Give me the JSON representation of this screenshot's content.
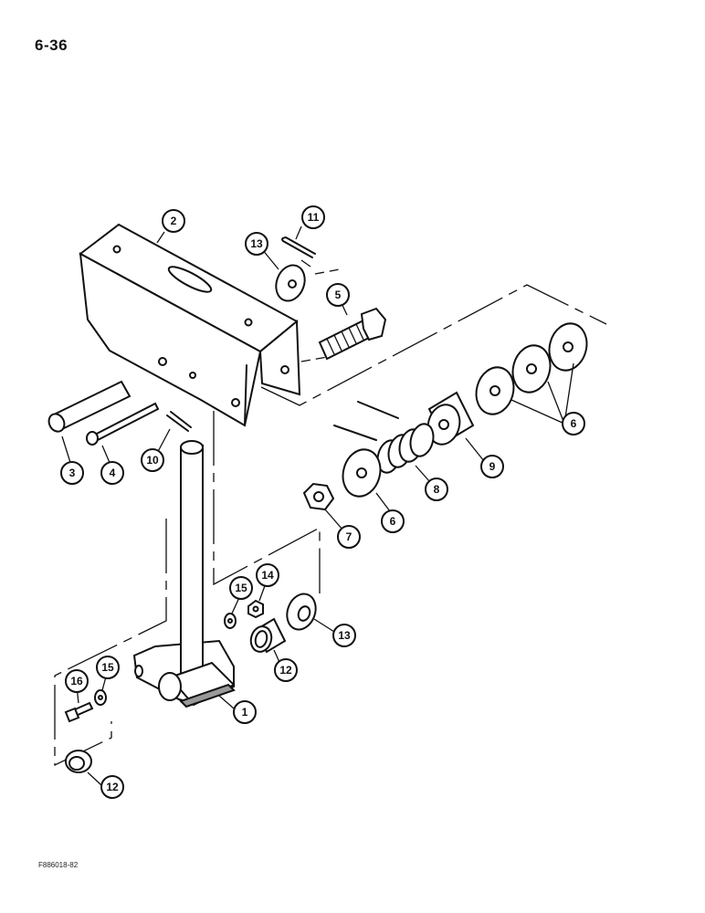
{
  "page_number": "6-36",
  "figure_code": "F886018-82",
  "callouts": {
    "c1": "1",
    "c2": "2",
    "c3": "3",
    "c4": "4",
    "c5": "5",
    "c6a": "6",
    "c6b": "6",
    "c7": "7",
    "c8": "8",
    "c9": "9",
    "c10": "10",
    "c11": "11",
    "c12a": "12",
    "c12b": "12",
    "c13a": "13",
    "c13b": "13",
    "c14": "14",
    "c15a": "15",
    "c15b": "15",
    "c16": "16"
  }
}
